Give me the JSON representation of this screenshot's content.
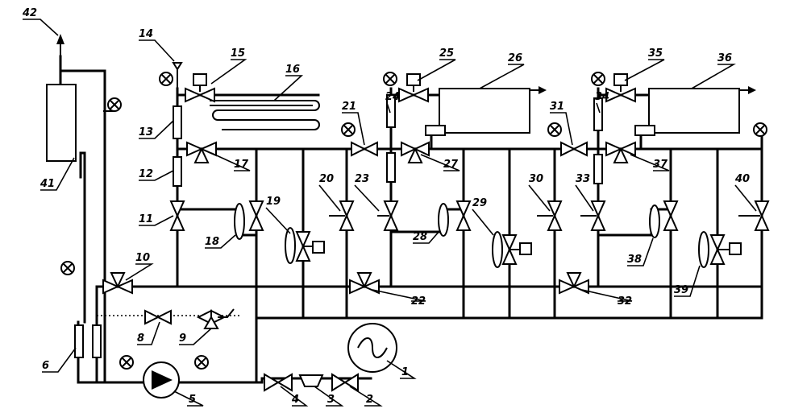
{
  "labels": {
    "l1": "1",
    "l2": "2",
    "l3": "3",
    "l4": "4",
    "l5": "5",
    "l6": "6",
    "l8": "8",
    "l9": "9",
    "l10": "10",
    "l11": "11",
    "l12": "12",
    "l13": "13",
    "l14": "14",
    "l15": "15",
    "l16": "16",
    "l17": "17",
    "l18": "18",
    "l19": "19",
    "l20": "20",
    "l21": "21",
    "l22": "22",
    "l23": "23",
    "l24": "24",
    "l25": "25",
    "l26": "26",
    "l27": "27",
    "l28": "28",
    "l29": "29",
    "l30": "30",
    "l31": "31",
    "l32": "32",
    "l33": "33",
    "l34": "34",
    "l35": "35",
    "l36": "36",
    "l37": "37",
    "l38": "38",
    "l39": "39",
    "l40": "40",
    "l41": "41",
    "l42": "42"
  },
  "colors": {
    "line": "#000000",
    "background": "#ffffff"
  },
  "icons": {
    "compressor": "compressor-icon",
    "pump": "pump-icon",
    "gate-valve": "gate-valve-icon",
    "three-way-valve": "three-way-valve-icon",
    "solenoid-valve": "solenoid-valve-icon",
    "pressure-gauge": "pressure-gauge-icon",
    "sight-glass": "sight-glass-icon",
    "filter": "filter-icon",
    "evaporator": "evaporator-icon",
    "coil": "coil-icon",
    "receiver": "receiver-icon"
  }
}
